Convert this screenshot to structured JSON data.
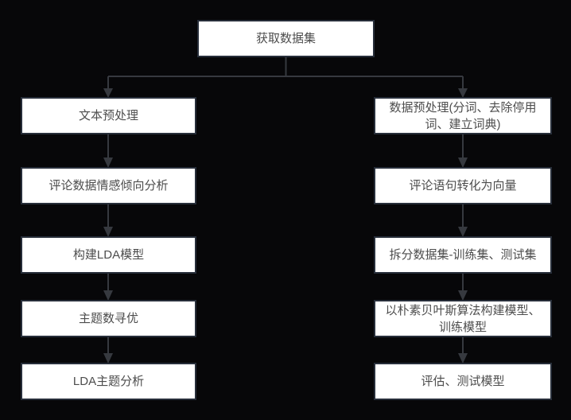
{
  "colors": {
    "background": "#070709",
    "node_fill": "#ffffff",
    "node_border": "#272e3a",
    "connector": "#36393f",
    "node_text": "#4d4d4d"
  },
  "flowchart": {
    "type": "flowchart",
    "root": {
      "label": "获取数据集"
    },
    "left_branch": {
      "steps": [
        {
          "label": "文本预处理"
        },
        {
          "label": "评论数据情感倾向分析"
        },
        {
          "label": "构建LDA模型"
        },
        {
          "label": "主题数寻优"
        },
        {
          "label": "LDA主题分析"
        }
      ]
    },
    "right_branch": {
      "steps": [
        {
          "label": "数据预处理(分词、去除停用\n词、建立词典)"
        },
        {
          "label": "评论语句转化为向量"
        },
        {
          "label": "拆分数据集-训练集、测试集"
        },
        {
          "label": "以朴素贝叶斯算法构建模型、\n训练模型"
        },
        {
          "label": "评估、测试模型"
        }
      ]
    }
  }
}
